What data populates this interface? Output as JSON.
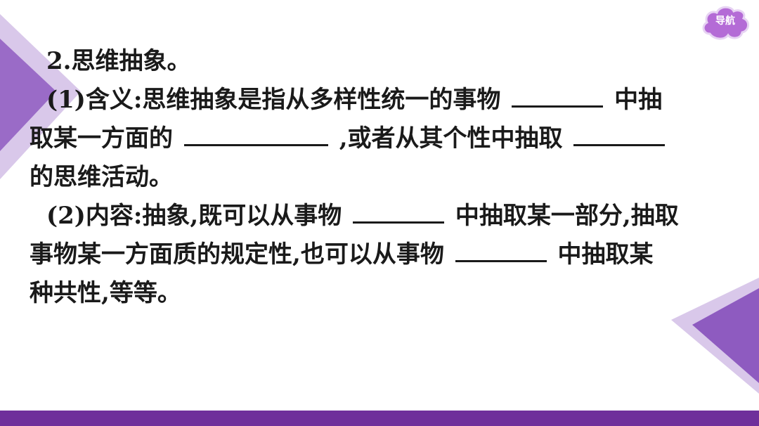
{
  "nav": {
    "label": "导航",
    "color": "#b46bd6"
  },
  "colors": {
    "accent": "#6f2f9b",
    "triangle_light": "#cdb9e2",
    "triangle_dark": "#8e5bc0"
  },
  "content": {
    "heading": "2.思维抽象。",
    "p1": {
      "prefix": "(1)含义:思维抽象是指从多样性统一的事物",
      "mid1": "中抽",
      "line2_start": "取某一方面的",
      "mid2": ",或者从其个性中抽取",
      "line3": "的思维活动。"
    },
    "p2": {
      "prefix": "(2)内容:抽象,既可以从事物",
      "mid1": "中抽取某一部分,抽取",
      "line2_start": "事物某一方面质的规定性,也可以从事物",
      "mid2": "中抽取某",
      "line3": "种共性,等等。"
    }
  }
}
